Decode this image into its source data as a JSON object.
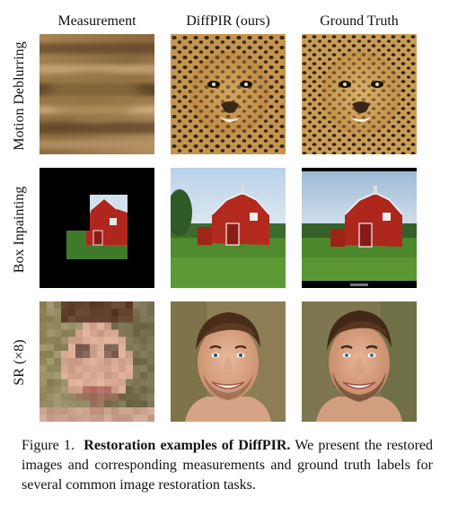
{
  "columns": [
    {
      "label": "Measurement"
    },
    {
      "label": "DiffPIR (ours)"
    },
    {
      "label": "Ground Truth"
    }
  ],
  "rows": [
    {
      "label": "Motion Deblurring"
    },
    {
      "label": "Box Inpainting"
    },
    {
      "label": "SR (×8)"
    }
  ],
  "caption": {
    "figure_label": "Figure 1.",
    "title": "Restoration examples of DiffPIR.",
    "body": "We present the restored images and corresponding measurements and ground truth labels for several common image restoration tasks."
  }
}
